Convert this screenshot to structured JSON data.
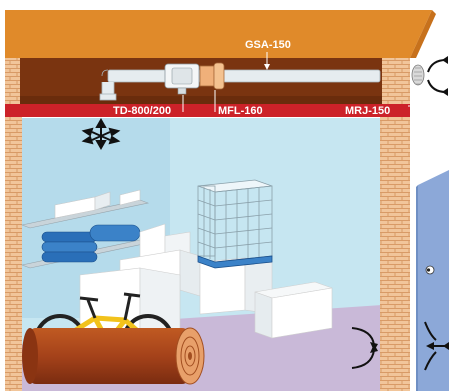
{
  "labels": {
    "duct": "GSA-150",
    "fan": "TD-800/200",
    "silencer": "MFL-160",
    "grille": "MRJ-150"
  },
  "colors": {
    "roof": "#e08a2a",
    "ceiling_band": "#cc2229",
    "attic": "#7a3410",
    "room": "#c6e6f1",
    "floor": "#c9b9d8",
    "brick": "#f1c59a",
    "neighbor_wall": "#8ca8d8"
  },
  "icons": [
    "arrow-cross-icon",
    "wall-grille-icon",
    "door-knob-icon"
  ]
}
